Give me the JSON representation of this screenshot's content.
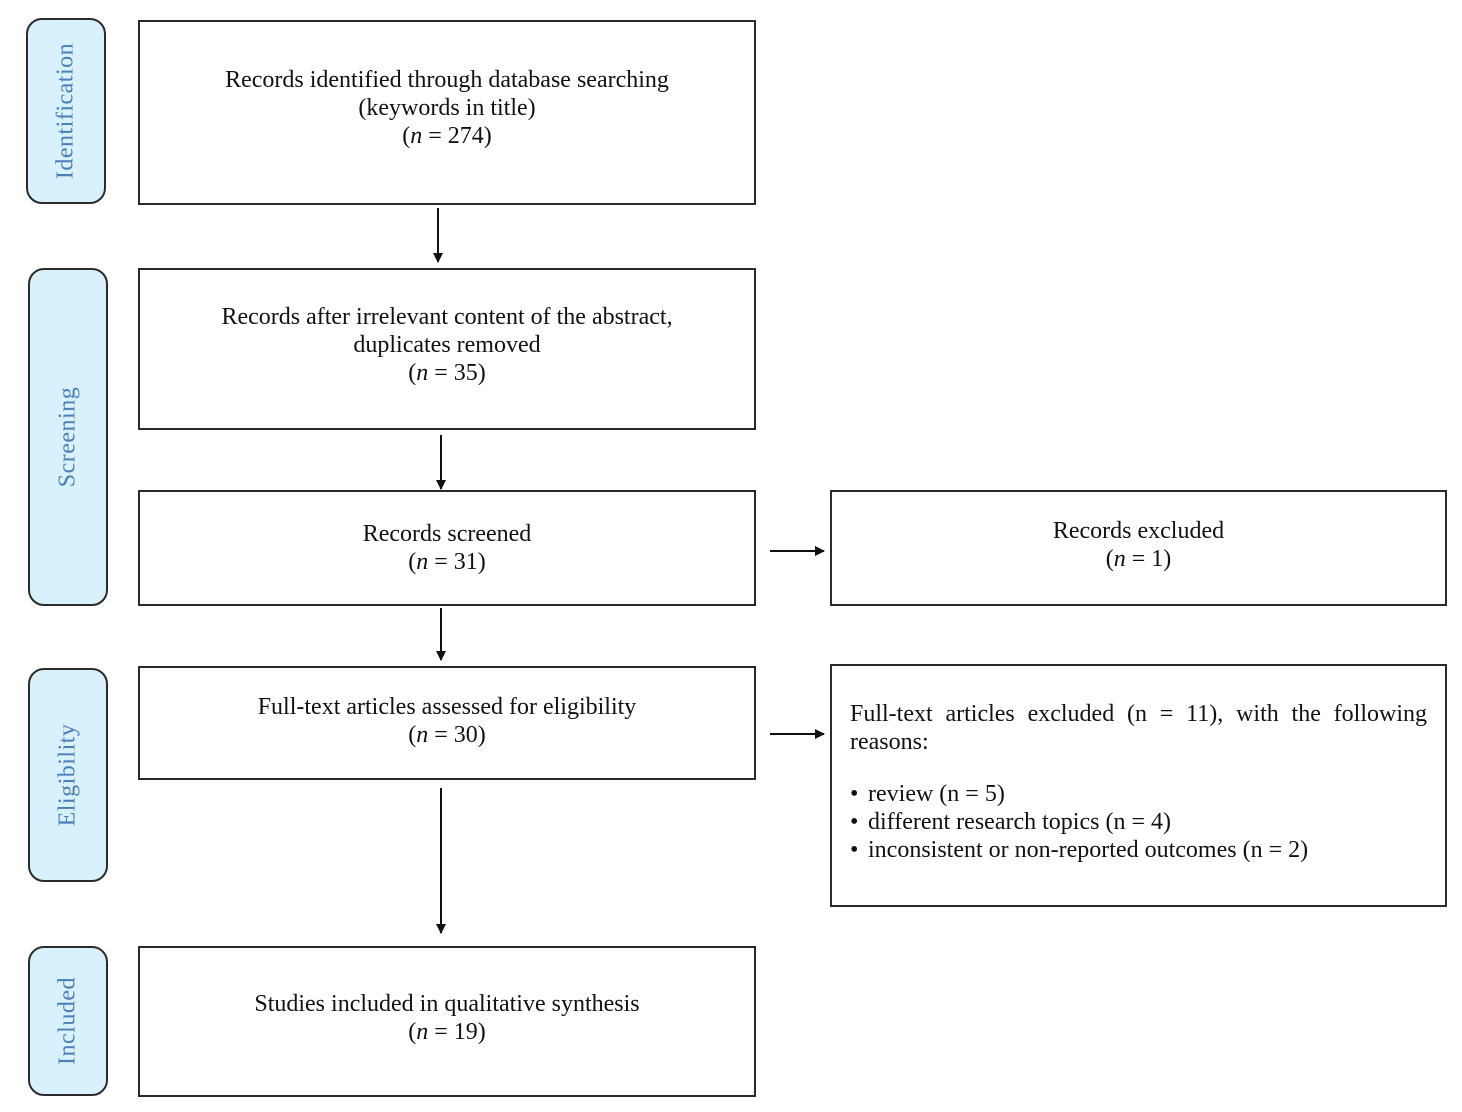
{
  "stages": {
    "identification": "Identification",
    "screening": "Screening",
    "eligibility": "Eligibility",
    "included": "Included"
  },
  "boxes": {
    "identified": {
      "line1": "Records identified through database searching",
      "line2": "(keywords in title)",
      "n_label": "n",
      "n_value": " = 274)"
    },
    "after_removal": {
      "line1": "Records after irrelevant content of the abstract,",
      "line2": "duplicates removed",
      "n_label": "n",
      "n_value": " = 35)"
    },
    "screened": {
      "line1": "Records screened",
      "n_label": "n",
      "n_value": " = 31)"
    },
    "excluded": {
      "line1": "Records excluded",
      "n_label": "n",
      "n_value": " = 1)"
    },
    "fulltext": {
      "line1": "Full-text articles assessed for eligibility",
      "n_label": "n",
      "n_value": " = 30)"
    },
    "fulltext_excluded": {
      "heading": "Full-text articles excluded (n = 11), with the following reasons:",
      "reasons": [
        "review (n = 5)",
        "different research topics (n = 4)",
        "inconsistent or non-reported outcomes (n = 2)"
      ]
    },
    "included": {
      "line1": "Studies included in qualitative synthesis",
      "n_label": "n",
      "n_value": " = 19)"
    }
  }
}
